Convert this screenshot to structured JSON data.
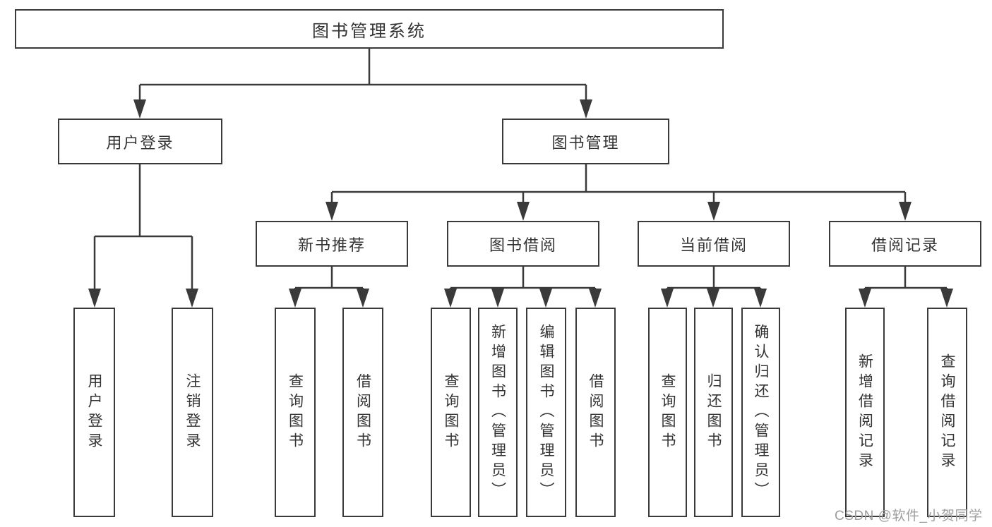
{
  "diagram": {
    "tree": {
      "label": "图书管理系统",
      "children": [
        {
          "label": "用户登录",
          "children": [
            {
              "label": "用户登录"
            },
            {
              "label": "注销登录"
            }
          ]
        },
        {
          "label": "图书管理",
          "children": [
            {
              "label": "新书推荐",
              "children": [
                {
                  "label": "查询图书"
                },
                {
                  "label": "借阅图书"
                }
              ]
            },
            {
              "label": "图书借阅",
              "children": [
                {
                  "label": "查询图书"
                },
                {
                  "label": "新增图书（管理员）"
                },
                {
                  "label": "编辑图书（管理员）"
                },
                {
                  "label": "借阅图书"
                }
              ]
            },
            {
              "label": "当前借阅",
              "children": [
                {
                  "label": "查询图书"
                },
                {
                  "label": "归还图书"
                },
                {
                  "label": "确认归还（管理员）"
                }
              ]
            },
            {
              "label": "借阅记录",
              "children": [
                {
                  "label": "新增借阅记录"
                },
                {
                  "label": "查询借阅记录"
                }
              ]
            }
          ]
        }
      ]
    },
    "colors": {
      "line": "#3a3a3a",
      "text": "#333333",
      "background": "#ffffff",
      "watermark": "#9e9e9e"
    }
  },
  "watermark": {
    "text": "CSDN @软件_小贺同学"
  }
}
